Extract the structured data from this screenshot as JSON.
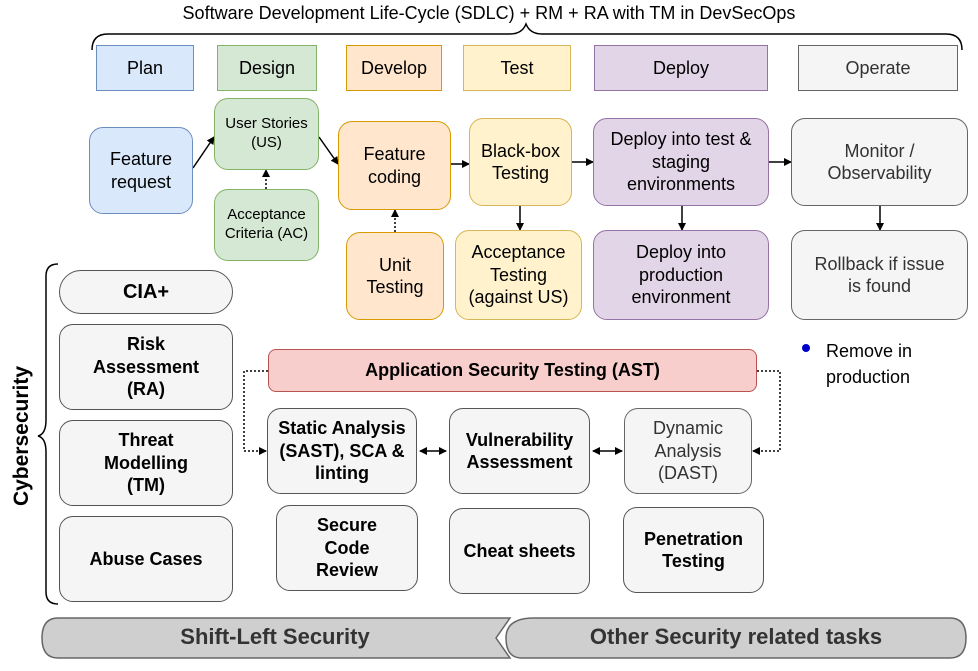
{
  "title": "Software Development Life-Cycle (SDLC) + RM + RA with TM in DevSecOps",
  "phases": {
    "plan": "Plan",
    "design": "Design",
    "develop": "Develop",
    "test": "Test",
    "deploy": "Deploy",
    "operate": "Operate"
  },
  "sdlc": {
    "feature_request": "Feature request",
    "user_stories": "User Stories (US)",
    "acceptance_criteria": "Acceptance Criteria (AC)",
    "feature_coding": "Feature coding",
    "unit_testing": "Unit Testing",
    "black_box_testing": "Black-box Testing",
    "acceptance_testing": "Acceptance Testing (against US)",
    "deploy_test_staging": "Deploy into test & staging environments",
    "deploy_production": "Deploy into production environment",
    "monitor": "Monitor / Observability",
    "rollback": "Rollback if issue is found"
  },
  "side_note": "Remove in production",
  "cybersecurity_label": "Cybersecurity",
  "left_column": {
    "cia": "CIA+",
    "risk_assessment": "Risk Assessment (RA)",
    "threat_modelling": "Threat Modelling (TM)",
    "abuse_cases": "Abuse Cases"
  },
  "ast": {
    "title": "Application Security Testing (AST)",
    "static_analysis": "Static Analysis (SAST), SCA & linting",
    "vulnerability_assessment": "Vulnerability Assessment",
    "dynamic_analysis": "Dynamic Analysis (DAST)",
    "secure_code_review": "Secure Code Review",
    "cheat_sheets": "Cheat sheets",
    "penetration_testing": "Penetration Testing"
  },
  "footer": {
    "shift_left": "Shift-Left Security",
    "other_tasks": "Other Security related tasks"
  },
  "colors": {
    "blue": "#dae8fc",
    "green": "#d5e8d4",
    "orange": "#ffe6cc",
    "yellow": "#fff2cc",
    "purple": "#e1d5e7",
    "gray": "#f5f5f5",
    "red": "#f8cecc",
    "bullet": "#0000cc"
  }
}
